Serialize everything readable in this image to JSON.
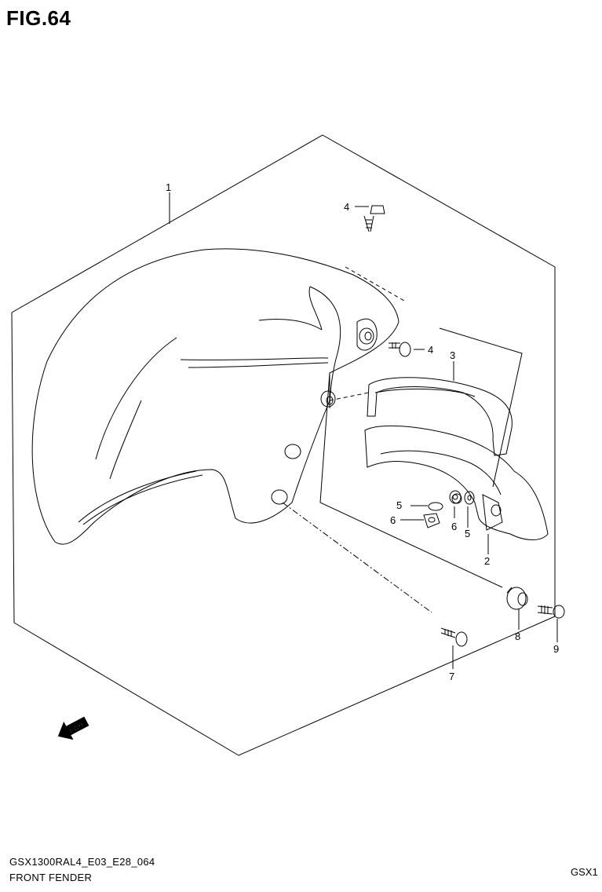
{
  "figure": {
    "title": "FIG.64",
    "model_code": "GSX1300RAL4_E03_E28_064",
    "part_name": "FRONT FENDER",
    "model_tag": "GSX1"
  },
  "callouts": [
    "1",
    "2",
    "3",
    "4",
    "4",
    "5",
    "5",
    "6",
    "6",
    "7",
    "8",
    "9"
  ],
  "fwd_label": "FWD"
}
